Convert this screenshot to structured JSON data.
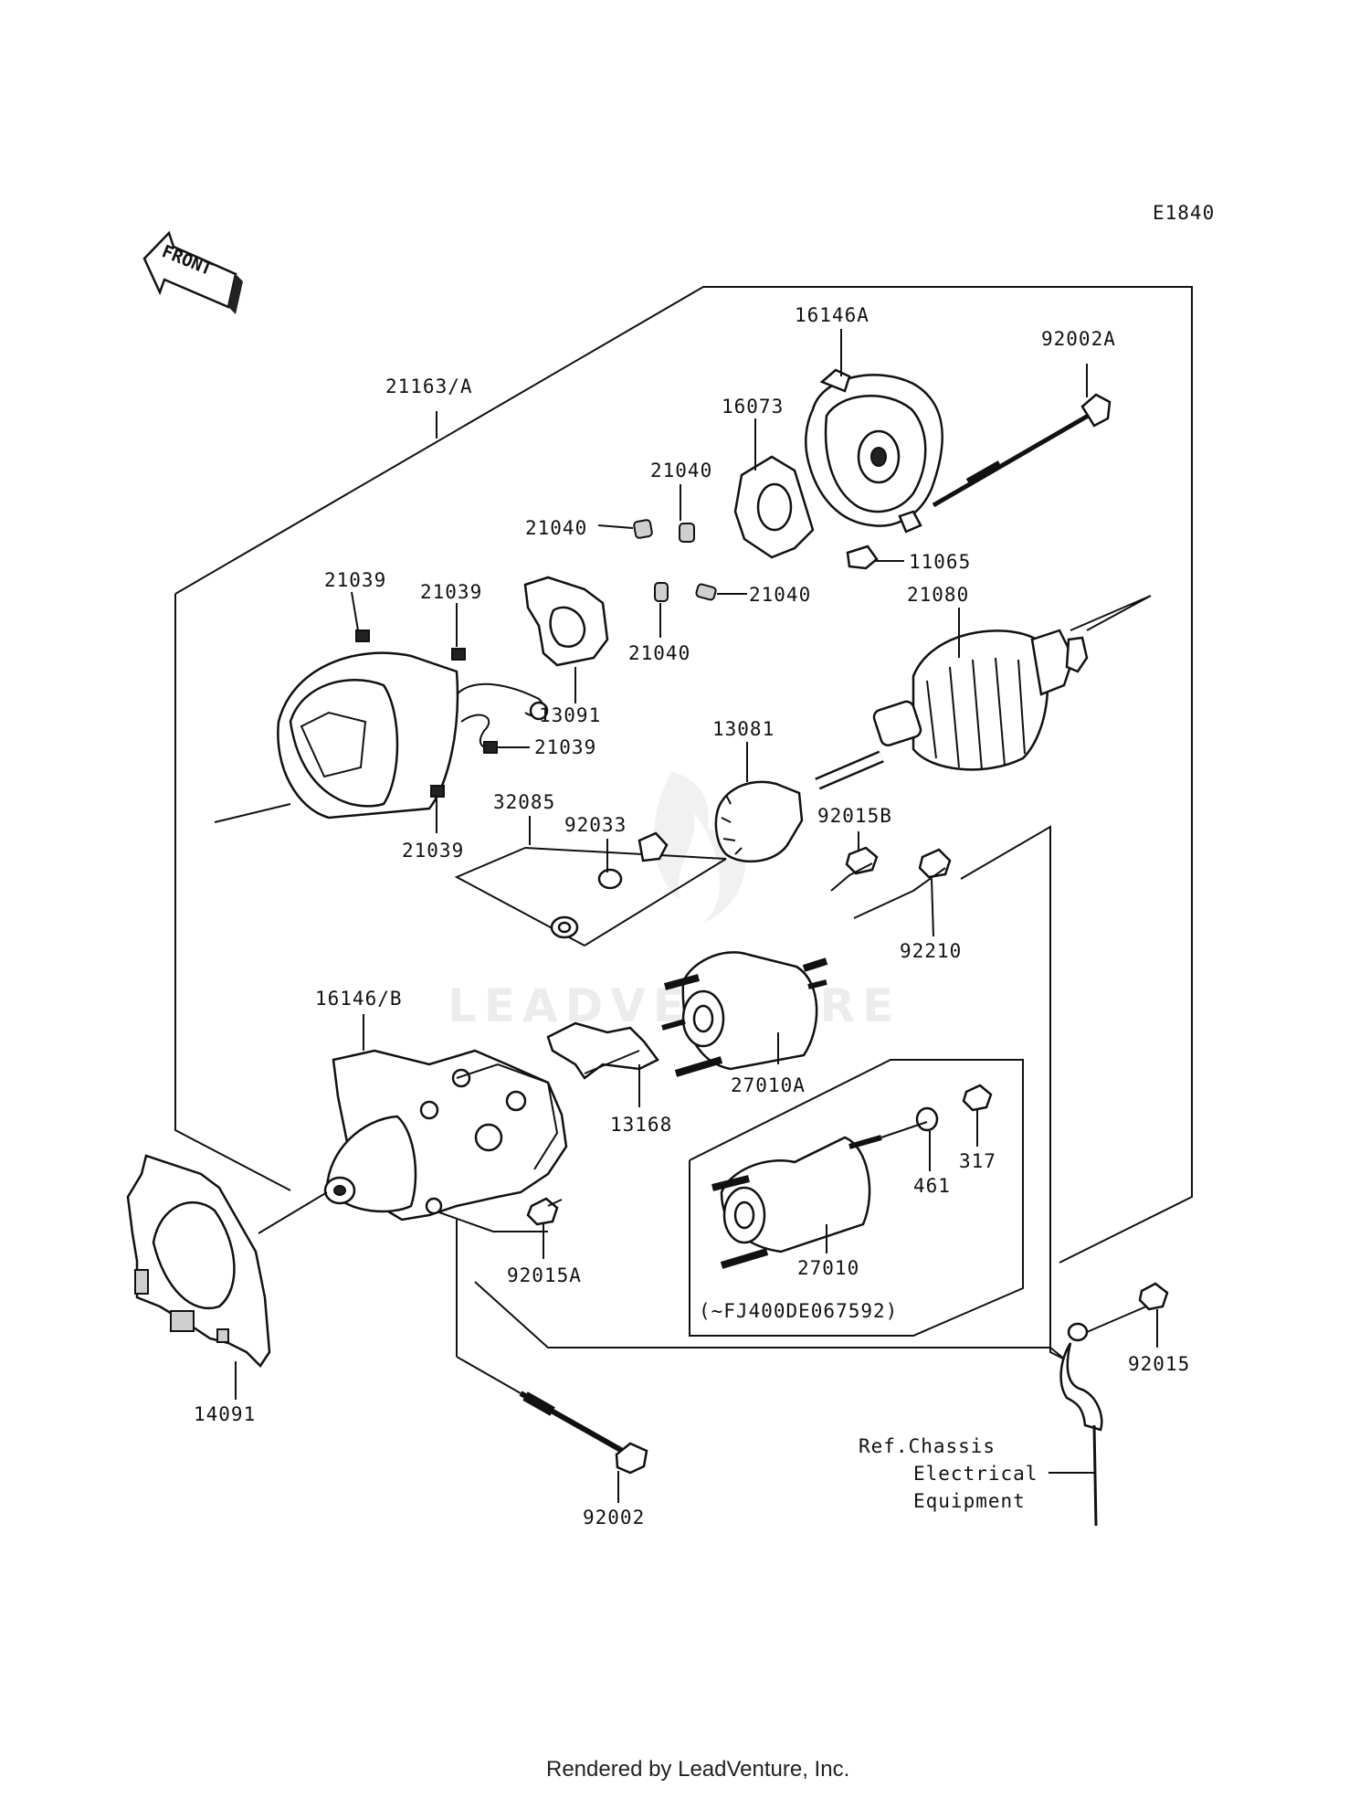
{
  "diagram": {
    "code": "E1840",
    "front_arrow_text": "FRONT",
    "watermark": "LEADVENTURE",
    "footer": "Rendered by LeadVenture, Inc.",
    "parts": [
      {
        "id": "p-21163-a",
        "label": "21163/A"
      },
      {
        "id": "p-16146a",
        "label": "16146A"
      },
      {
        "id": "p-92002a",
        "label": "92002A"
      },
      {
        "id": "p-16073",
        "label": "16073"
      },
      {
        "id": "p-21040-1",
        "label": "21040"
      },
      {
        "id": "p-21040-2",
        "label": "21040"
      },
      {
        "id": "p-21040-3",
        "label": "21040"
      },
      {
        "id": "p-21040-4",
        "label": "21040"
      },
      {
        "id": "p-11065",
        "label": "11065"
      },
      {
        "id": "p-21039-1",
        "label": "21039"
      },
      {
        "id": "p-21039-2",
        "label": "21039"
      },
      {
        "id": "p-21039-3",
        "label": "21039"
      },
      {
        "id": "p-21039-4",
        "label": "21039"
      },
      {
        "id": "p-13091",
        "label": "13091"
      },
      {
        "id": "p-21080",
        "label": "21080"
      },
      {
        "id": "p-13081",
        "label": "13081"
      },
      {
        "id": "p-32085",
        "label": "32085"
      },
      {
        "id": "p-92033",
        "label": "92033"
      },
      {
        "id": "p-92015b",
        "label": "92015B"
      },
      {
        "id": "p-92210",
        "label": "92210"
      },
      {
        "id": "p-16146-b",
        "label": "16146/B"
      },
      {
        "id": "p-27010a",
        "label": "27010A"
      },
      {
        "id": "p-13168",
        "label": "13168"
      },
      {
        "id": "p-317",
        "label": "317"
      },
      {
        "id": "p-461",
        "label": "461"
      },
      {
        "id": "p-92015a",
        "label": "92015A"
      },
      {
        "id": "p-27010",
        "label": "27010"
      },
      {
        "id": "p-serial",
        "label": "(~FJ400DE067592)"
      },
      {
        "id": "p-92015",
        "label": "92015"
      },
      {
        "id": "p-14091",
        "label": "14091"
      },
      {
        "id": "p-92002",
        "label": "92002"
      }
    ],
    "reference": {
      "line1": "Ref.Chassis",
      "line2": "Electrical",
      "line3": "Equipment"
    }
  }
}
